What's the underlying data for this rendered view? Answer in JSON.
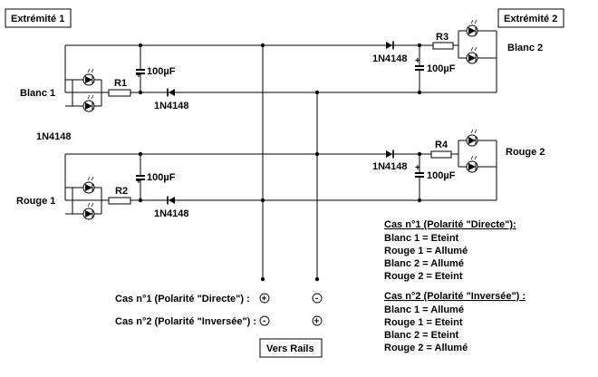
{
  "labels": {
    "end1": "Extrémité 1",
    "end2": "Extrémité 2",
    "blanc1": "Blanc 1",
    "rouge1": "Rouge 1",
    "blanc2": "Blanc 2",
    "rouge2": "Rouge 2",
    "diode_side": "1N4148",
    "rails": "Vers Rails"
  },
  "components": {
    "r1": "R1",
    "r2": "R2",
    "r3": "R3",
    "r4": "R4",
    "cap": "100µF",
    "diode": "1N4148",
    "plus": "+"
  },
  "cases": {
    "case1_label": "Cas n°1 (Polarité \"Directe\") :",
    "case2_label": "Cas n°2 (Polarité \"Inversée\") :",
    "case1_rail1": "+",
    "case1_rail2": "-",
    "case2_rail1": "-",
    "case2_rail2": "+"
  },
  "legend": {
    "case1": {
      "title": "Cas n°1 (Polarité \"Directe\"):",
      "lines": [
        "Blanc 1 = Eteint",
        "Rouge 1 = Allumé",
        "Blanc 2 = Allumé",
        "Rouge 2 = Eteint"
      ]
    },
    "case2": {
      "title": "Cas n°2 (Polarité \"Inversée\") :",
      "lines": [
        "Blanc 1 = Allumé",
        "Rouge 1 = Eteint",
        "Blanc 2 = Eteint",
        "Rouge 2 = Allumé"
      ]
    }
  }
}
